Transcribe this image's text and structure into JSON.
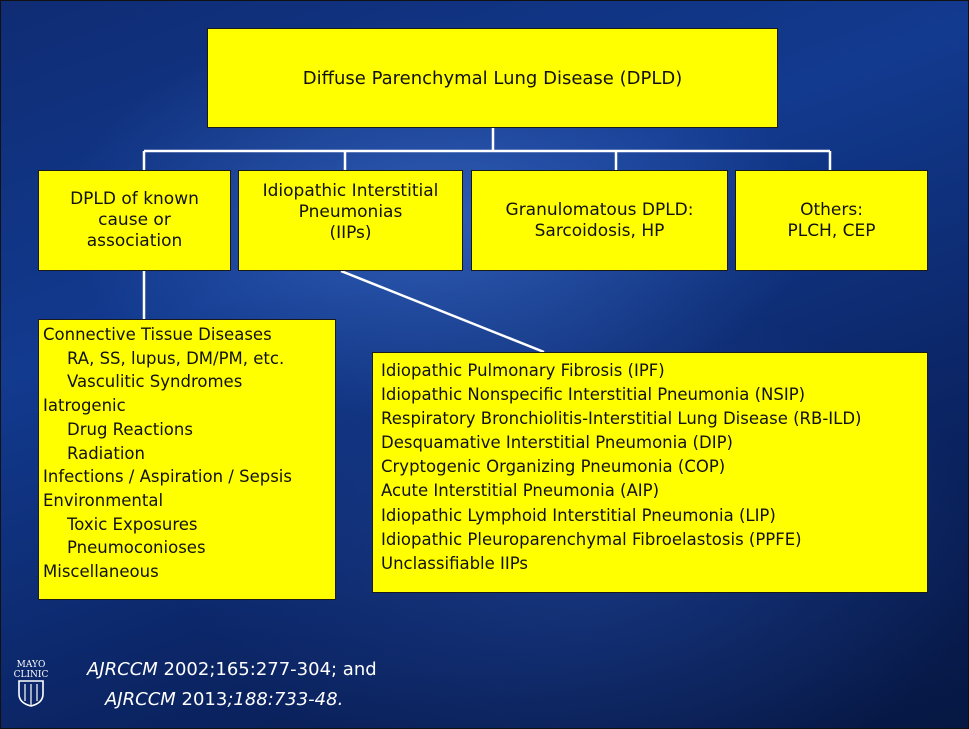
{
  "root": {
    "label": "Diffuse Parenchymal Lung Disease (DPLD)"
  },
  "categories": [
    {
      "lines": [
        "DPLD of known",
        "cause or",
        "association"
      ]
    },
    {
      "lines": [
        "Idiopathic Interstitial",
        "Pneumonias",
        "(IIPs)"
      ]
    },
    {
      "lines": [
        "Granulomatous DPLD:",
        "Sarcoidosis, HP"
      ]
    },
    {
      "lines": [
        "Others:",
        "PLCH, CEP"
      ]
    }
  ],
  "known_cause_list": [
    {
      "text": "Connective Tissue Diseases",
      "level": 0
    },
    {
      "text": "RA, SS, lupus, DM/PM, etc.",
      "level": 1
    },
    {
      "text": "Vasculitic Syndromes",
      "level": 1
    },
    {
      "text": "Iatrogenic",
      "level": 0
    },
    {
      "text": "Drug Reactions",
      "level": 1
    },
    {
      "text": "Radiation",
      "level": 1
    },
    {
      "text": "Infections / Aspiration / Sepsis",
      "level": 0
    },
    {
      "text": "Environmental",
      "level": 0
    },
    {
      "text": "Toxic Exposures",
      "level": 1
    },
    {
      "text": "Pneumoconioses",
      "level": 1
    },
    {
      "text": "Miscellaneous",
      "level": 0
    }
  ],
  "iip_list": [
    "Idiopathic Pulmonary Fibrosis (IPF)",
    "Idiopathic Nonspecific Interstitial Pneumonia (NSIP)",
    "Respiratory Bronchiolitis-Interstitial Lung Disease (RB-ILD)",
    "Desquamative Interstitial Pneumonia (DIP)",
    "Cryptogenic Organizing Pneumonia (COP)",
    "Acute Interstitial Pneumonia (AIP)",
    "Idiopathic Lymphoid Interstitial Pneumonia (LIP)",
    "Idiopathic Pleuroparenchymal Fibroelastosis (PPFE)",
    "Unclassifiable IIPs"
  ],
  "citation": {
    "line1_journal": "AJRCCM",
    "line1_rest": " 2002;165:277-304; and",
    "line2_journal": "AJRCCM",
    "line2_year": " 2013",
    "line2_rest": ";188:733-48."
  },
  "logo": {
    "line1": "MAYO",
    "line2": "CLINIC"
  },
  "colors": {
    "box": "#ffff00",
    "connector": "#ffffff",
    "text": "#111111"
  }
}
